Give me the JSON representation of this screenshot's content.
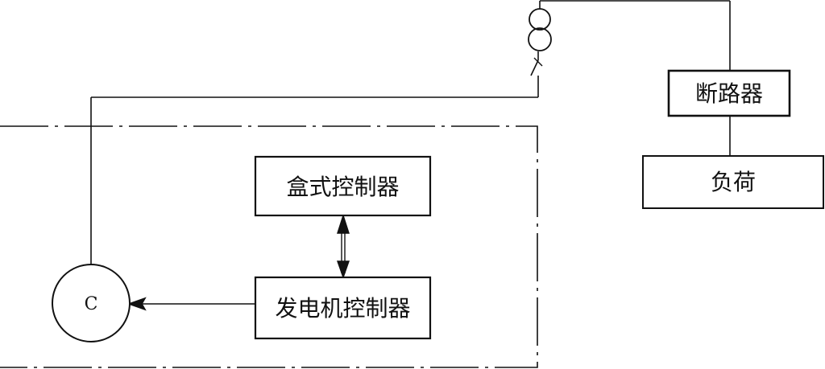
{
  "diagram": {
    "nodes": {
      "box_controller": "盒式控制器",
      "generator_controller": "发电机控制器",
      "generator": "C",
      "breaker": "断路器",
      "load": "负荷"
    },
    "colors": {
      "line": "#111111",
      "background": "#ffffff"
    }
  }
}
